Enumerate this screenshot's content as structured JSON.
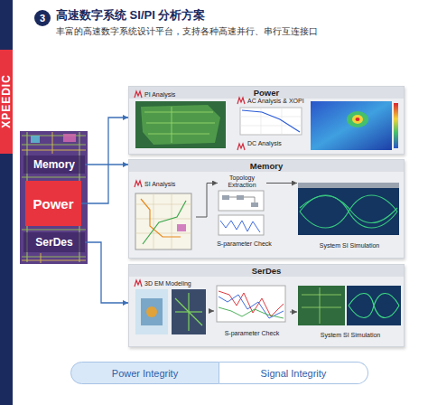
{
  "diagram": {
    "title": "高速数字系统 SI/PI 分析方案",
    "nodes": [
      {
        "text": [
          "Memory"
        ]
      },
      {
        "text": [
          "Power"
        ]
      },
      {
        "text": [
          "SerDes"
        ]
      },
      {
        "text": [
          "Power"
        ]
      },
      {
        "text": [
          "PI Analysis"
        ],
        "in": 3
      },
      {
        "text": [
          "AC Analysis & XOPI"
        ],
        "in": 3
      },
      {
        "text": [
          "DC Analysis"
        ],
        "in": 3
      },
      {
        "text": [
          "Memory"
        ]
      },
      {
        "text": [
          "SI Analysis"
        ],
        "in": 7
      },
      {
        "text": [
          "Topology Extraction"
        ],
        "in": 7
      },
      {
        "text": [
          "S-parameter Check"
        ],
        "in": 7
      },
      {
        "text": [
          "System SI Simulation"
        ],
        "in": 7
      },
      {
        "text": [
          "SerDes"
        ]
      },
      {
        "text": [
          "3D EM Modeling"
        ],
        "in": 12
      },
      {
        "text": [
          "S-parameter Check"
        ],
        "in": 12
      },
      {
        "text": [
          "System SI Simulation"
        ],
        "in": 12
      },
      {
        "text": [
          "Power Integrity"
        ]
      },
      {
        "text": [
          "Signal Integrity"
        ]
      }
    ],
    "edges": [
      {
        "from": 1,
        "to": 3,
        "arrow": "to"
      },
      {
        "from": 0,
        "to": 7,
        "arrow": "to"
      },
      {
        "from": 2,
        "to": 12,
        "arrow": "to"
      },
      {
        "from": 8,
        "to": 9,
        "arrow": "to"
      },
      {
        "from": 9,
        "to": 11,
        "arrow": "to"
      },
      {
        "from": 13,
        "to": 14,
        "arrow": "to"
      },
      {
        "from": 14,
        "to": 15,
        "arrow": "to"
      }
    ],
    "labels": [
      "3",
      "丰富的高速数字系统设计平台，支持各种高速并行、串行互连接口",
      "XPEEDIC"
    ]
  }
}
